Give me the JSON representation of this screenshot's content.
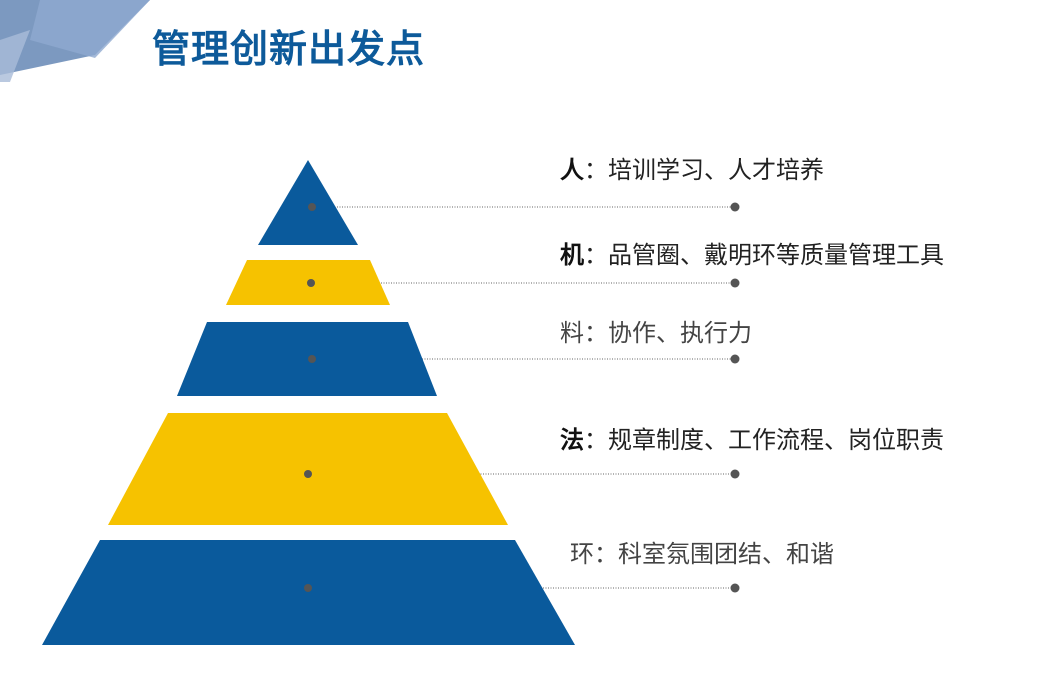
{
  "title": "管理创新出发点",
  "colors": {
    "blue": "#0a5a9c",
    "yellow": "#f6c200",
    "title": "#0d5a9a"
  },
  "items": [
    {
      "key": "人",
      "sep": "：",
      "text": "培训学习、人才培养"
    },
    {
      "key": "机",
      "sep": "：",
      "text": "品管圈、戴明环等质量管理工具"
    },
    {
      "key": "料",
      "sep": "：",
      "text": "协作、执行力"
    },
    {
      "key": "法",
      "sep": "：",
      "text": "规章制度、工作流程、岗位职责"
    },
    {
      "key": "环",
      "sep": "：",
      "text": "科室氛围团结、和谐"
    }
  ]
}
